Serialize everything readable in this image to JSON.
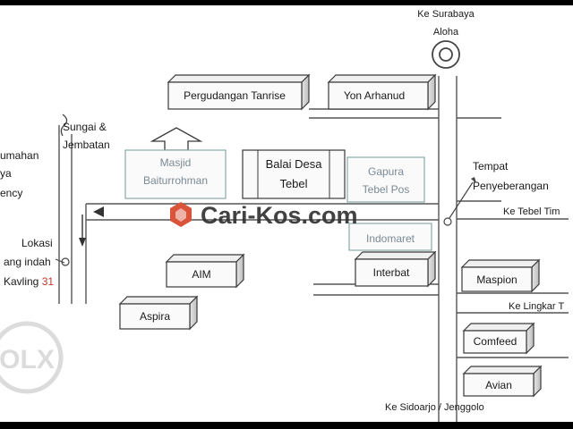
{
  "labels": {
    "to_surabaya": "Ke Surabaya",
    "aloha": "Aloha",
    "pergudangan": "Pergudangan Tanrise",
    "yon_arhanud": "Yon Arhanud",
    "sungai_1": "Sungai &",
    "sungai_2": "Jembatan",
    "rumahan_1": "umahan",
    "rumahan_2": "ya",
    "rumahan_3": "ency",
    "masjid_1": "Masjid",
    "masjid_2": "Baiturrohman",
    "balai_1": "Balai Desa",
    "balai_2": "Tebel",
    "gapura_1": "Gapura",
    "gapura_2": "Tebel Pos",
    "tempat_1": "Tempat",
    "tempat_2": "Penyeberangan",
    "ke_tebel": "Ke Tebel Tim",
    "indomaret": "Indomaret",
    "lokasi_1": "Lokasi",
    "lokasi_2": "ang indah",
    "lokasi_3a": "Kavling ",
    "lokasi_3b": "31",
    "aim": "AIM",
    "interbat": "Interbat",
    "maspion": "Maspion",
    "aspira": "Aspira",
    "ke_lingkar": "Ke Lingkar T",
    "comfeed": "Comfeed",
    "avian": "Avian",
    "ke_sidoarjo": "Ke Sidoarjo / Jenggolo"
  },
  "watermark": {
    "brand": "Cari-Kos.com",
    "olx": "OLX"
  },
  "colors": {
    "frame": "#000000",
    "paper": "#ffffff",
    "ink": "#1a1a1a",
    "box_stroke": "#3a3a3a",
    "box_face": "#fafafa",
    "box_side": "#d8d8d8",
    "road": "#555555",
    "faded_text": "#7a8a96",
    "lokasi_red": "#c0392b",
    "brand_red": "#d9543a"
  }
}
